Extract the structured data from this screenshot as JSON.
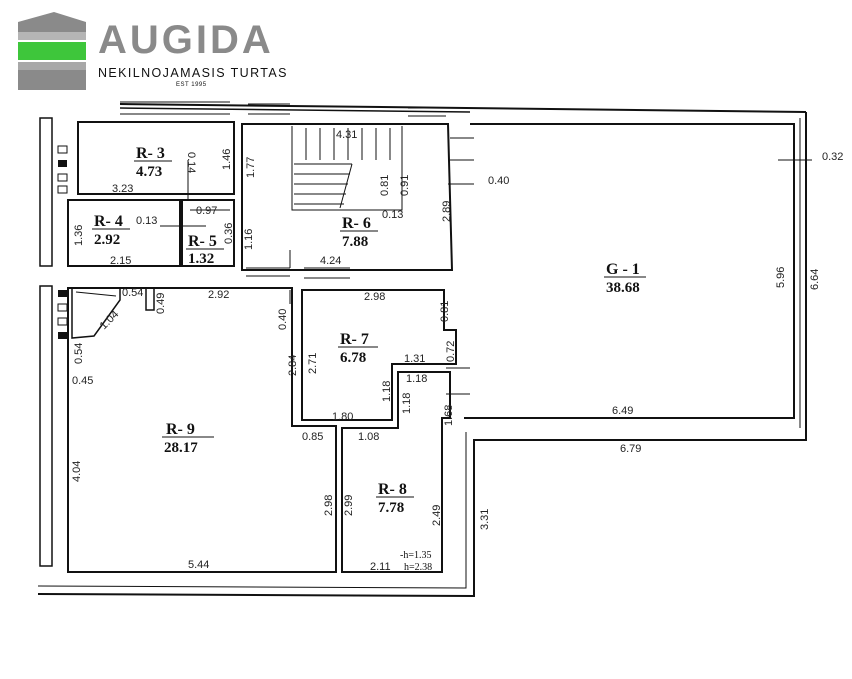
{
  "brand": {
    "name": "AUGIDA",
    "subtitle": "NEKILNOJAMASIS TURTAS",
    "established": "EST 1995",
    "colors": {
      "gray": "#8a8a8a",
      "green": "#3ec63b",
      "light_gray": "#c9c9c9"
    }
  },
  "rooms": [
    {
      "name": "R- 3",
      "area": "4.73"
    },
    {
      "name": "R- 4",
      "area": "2.92"
    },
    {
      "name": "R- 5",
      "area": "1.32"
    },
    {
      "name": "R- 6",
      "area": "7.88"
    },
    {
      "name": "R- 7",
      "area": "6.78"
    },
    {
      "name": "R- 8",
      "area": "7.78"
    },
    {
      "name": "R- 9",
      "area": "28.17"
    },
    {
      "name": "G - 1",
      "area": "38.68"
    }
  ],
  "dimensions": [
    "4.31",
    "1.46",
    "1.77",
    "0.14",
    "3.23",
    "0.97",
    "0.13",
    "1.36",
    "2.15",
    "0.36",
    "1.16",
    "0.81",
    "0.91",
    "0.13",
    "2.89",
    "0.40",
    "0.32",
    "4.24",
    "5.96",
    "6.64",
    "0.54",
    "0.49",
    "2.92",
    "1.04",
    "2.98",
    "0.81",
    "0.40",
    "0.72",
    "0.54",
    "2.84",
    "2.71",
    "1.31",
    "0.45",
    "1.18",
    "1.18",
    "1.18",
    "6.49",
    "1.68",
    "1.80",
    "0.85",
    "1.08",
    "6.79",
    "4.04",
    "2.98",
    "2.99",
    "2.49",
    "3.31",
    "5.44",
    "2.11"
  ],
  "notes": {
    "h1": "-h=1.35",
    "h2": "h=2.38"
  }
}
